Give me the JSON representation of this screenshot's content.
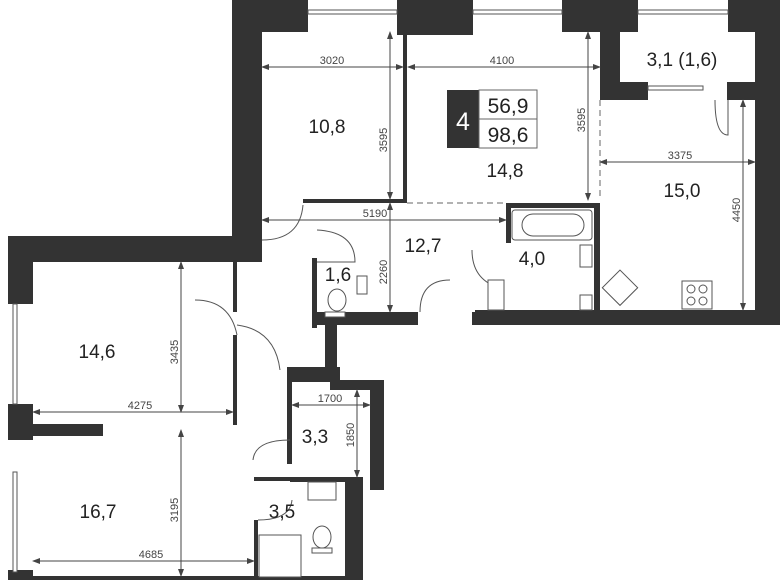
{
  "plan": {
    "rooms_count": "4",
    "living_area": "56,9",
    "total_area": "98,6",
    "colors": {
      "wall": "#333333",
      "background": "#ffffff",
      "lines": "#444444"
    },
    "rooms": [
      {
        "id": "bedroom-top-left",
        "area": "10,8"
      },
      {
        "id": "living-room",
        "area": "14,8"
      },
      {
        "id": "balcony",
        "area": "3,1 (1,6)"
      },
      {
        "id": "kitchen",
        "area": "15,0"
      },
      {
        "id": "hall",
        "area": "12,7"
      },
      {
        "id": "wc",
        "area": "1,6"
      },
      {
        "id": "bathroom",
        "area": "4,0"
      },
      {
        "id": "bedroom-left",
        "area": "14,6"
      },
      {
        "id": "storage",
        "area": "3,3"
      },
      {
        "id": "bedroom-bottom",
        "area": "16,7"
      },
      {
        "id": "shower-room",
        "area": "3,5"
      }
    ],
    "dimensions": {
      "d3020": "3020",
      "d4100": "4100",
      "d3595a": "3595",
      "d3595b": "3595",
      "d3375": "3375",
      "d4450": "4450",
      "d5190": "5190",
      "d2260": "2260",
      "d3435": "3435",
      "d4275": "4275",
      "d1700": "1700",
      "d1850": "1850",
      "d3195": "3195",
      "d4685": "4685"
    }
  }
}
